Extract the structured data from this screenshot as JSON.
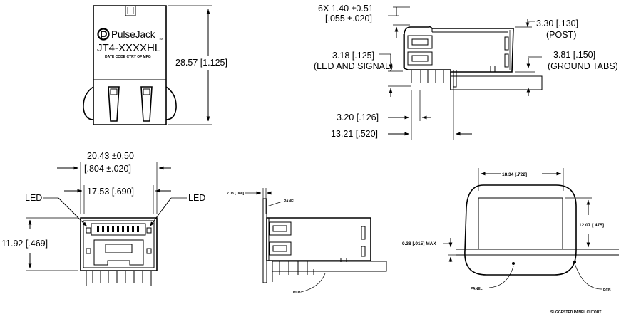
{
  "front_view": {
    "brand": "PulseJack",
    "brand_mark": "TM",
    "part_number": "JT4-XXXXHL",
    "code_line": "DATE CODE   CTRY OF MFG",
    "height_dim": "28.57 [1.125]"
  },
  "side_view": {
    "post_pitch_line1": "6X  1.40 ±0.51",
    "post_pitch_line2": "[.055 ±.020]",
    "post_dim": "3.30 [.130]",
    "post_label": "(POST)",
    "led_signal_dim": "3.18 [.125]",
    "led_signal_label": "(LED AND SIGNAL)",
    "ground_tab_dim": "3.81 [.150]",
    "ground_tab_label": "(GROUND TABS)",
    "dim_3_20": "3.20 [.126]",
    "dim_13_21": "13.21 [.520]"
  },
  "end_view": {
    "width_line1": "20.43 ±0.50",
    "width_line2": "[.804 ±.020]",
    "inner_width": "17.53 [.690]",
    "led_left": "LED",
    "led_right": "LED",
    "height_dim": "11.92 [.469]"
  },
  "panel_mount_view": {
    "gap_dim": "2.03 [.080]",
    "panel_label": "PANEL",
    "pcb_label": "PCB"
  },
  "cutout_view": {
    "width_dim": "18.34 [.722]",
    "height_dim": "12.07 [.475]",
    "offset_dim": "0.38 [.015] MAX",
    "panel_label": "PANEL",
    "pcb_label": "PCB",
    "caption": "SUGGESTED PANEL CUTOUT"
  }
}
